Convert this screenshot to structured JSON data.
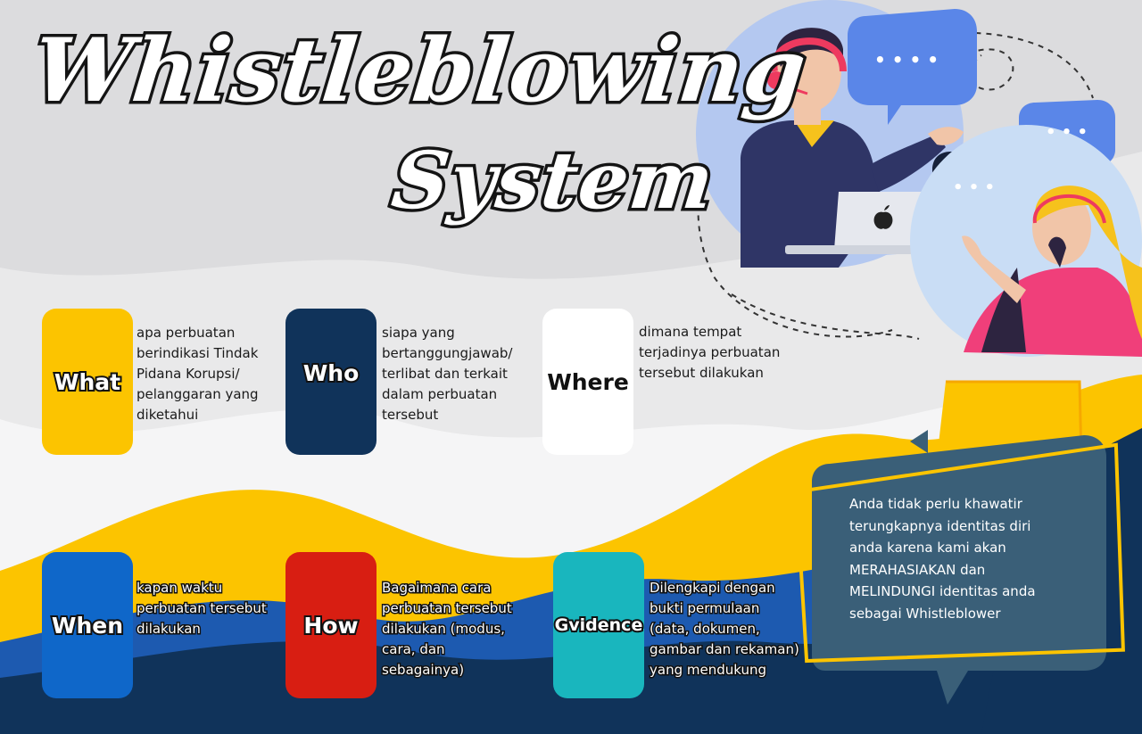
{
  "title": {
    "line1": "Whistleblowing",
    "line2": "System"
  },
  "cards": [
    {
      "label": "What",
      "color": "#fcc400",
      "text": "apa perbuatan\nberindikasi Tindak\nPidana Korupsi/\npelanggaran yang\ndiketahui"
    },
    {
      "label": "Who",
      "color": "#10335a",
      "text": "siapa yang\nbertanggungjawab/\nterlibat dan terkait\ndalam perbuatan\ntersebut"
    },
    {
      "label": "Where",
      "color": "#ffffff",
      "text": "dimana tempat\nterjadinya perbuatan\ntersebut dilakukan"
    },
    {
      "label": "When",
      "color": "#0f67c9",
      "text": "kapan waktu\nperbuatan tersebut\ndilakukan"
    },
    {
      "label": "How",
      "color": "#d81e12",
      "text": "Bagaimana cara\nperbuatan tersebut\ndilakukan (modus,\ncara, dan\nsebagainya)"
    },
    {
      "label": "Gvidence",
      "color": "#19b6be",
      "text": "Dilengkapi dengan\nbukti permulaan\n(data, dokumen,\ngambar dan rekaman)\nyang mendukung"
    }
  ],
  "notice": "Anda tidak perlu khawatir\nterungkapnya identitas diri\nanda karena kami akan\nMERAHASIAKAN dan\nMELINDUNGI identitas anda\nsebagai Whistleblower",
  "bubbles": {
    "dots": "• • • •",
    "dots3": "• • •"
  },
  "icons": [
    "apple-logo-icon",
    "speech-bubble-icon",
    "headset-icon"
  ],
  "colors": {
    "yellow": "#fcc400",
    "navy": "#10335a",
    "blue": "#5a86e8",
    "pink": "#f03f7a",
    "teal": "#3a5f78"
  }
}
